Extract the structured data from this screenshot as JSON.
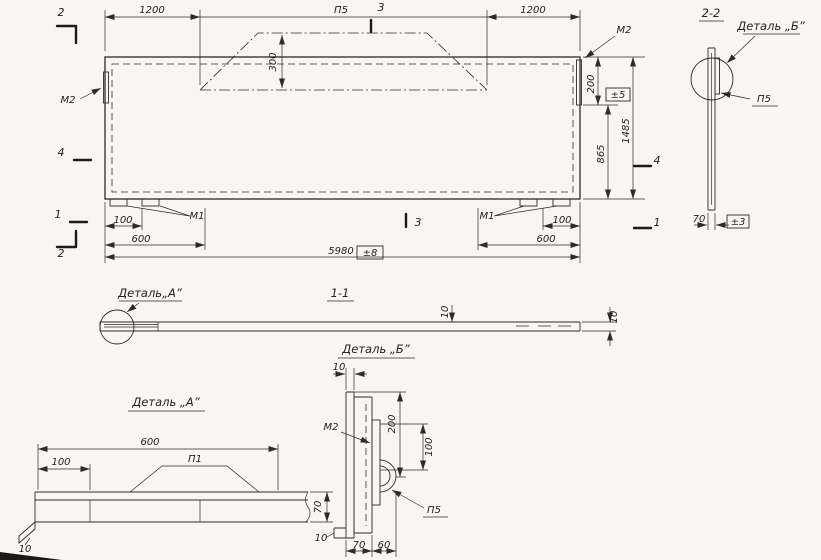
{
  "colors": {
    "paper": "#f7f6f2",
    "ink": "#2e2c28"
  },
  "main_view": {
    "dim_1200_left": "1200",
    "label_p5": "П5",
    "dim_1200_right": "1200",
    "marker_3_top": "3",
    "marker_3_bottom": "3",
    "marker_2_top": "2",
    "marker_2_bottom": "2",
    "marker_4_left": "4",
    "marker_4_right": "4",
    "marker_1_left": "1",
    "marker_1_right": "1",
    "label_m2_left": "М2",
    "label_m2_right": "М2",
    "dim_300": "300",
    "dim_200": "200",
    "tol_pm5": "±5",
    "dim_865": "865",
    "dim_1485": "1485",
    "label_m1_left": "М1",
    "label_m1_right": "М1",
    "dim_100_left": "100",
    "dim_600_left": "600",
    "dim_100_right": "100",
    "dim_600_right": "600",
    "dim_5980": "5980",
    "tol_pm8": "±8"
  },
  "section_2_2": {
    "title": "2-2",
    "detail_label": "Деталь „Б”",
    "label_p5": "П5",
    "dim_70": "70",
    "tol_pm3": "±3"
  },
  "section_1_1": {
    "title": "1-1",
    "detail_label": "Деталь„А”",
    "dim_10_mid": "10",
    "dim_10_right": "10"
  },
  "detail_a": {
    "title": "Деталь „А”",
    "dim_600": "600",
    "dim_100": "100",
    "label_p1": "П1",
    "dim_70": "70",
    "dim_10": "10"
  },
  "detail_b": {
    "title": "Деталь „Б”",
    "dim_10_top": "10",
    "dim_200": "200",
    "dim_100": "100",
    "label_m2": "М2",
    "label_p5": "П5",
    "dim_70": "70",
    "dim_60": "60",
    "dim_10_bottom": "10"
  }
}
